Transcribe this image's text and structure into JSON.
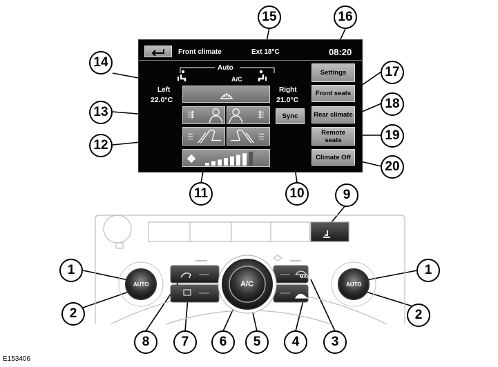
{
  "screen": {
    "header_title": "Front climate",
    "ext_temp": "Ext  18°C",
    "clock": "08:20",
    "auto_label": "Auto",
    "ac_label": "A/C",
    "left_label": "Left",
    "left_temp": "22.0°C",
    "right_label": "Right",
    "right_temp": "21.0°C",
    "sync_label": "Sync",
    "buttons": {
      "settings": "Settings",
      "front_seats": "Front seats",
      "rear_climate": "Rear climate",
      "remote_seats": "Remote seats",
      "climate_off": "Climate Off"
    },
    "fan_level": 7,
    "fan_steps": 8
  },
  "console": {
    "left_knob_label": "AUTO",
    "right_knob_label": "AUTO",
    "center_knob_label": "A/C",
    "max_label": "MAX"
  },
  "callouts": [
    "1",
    "2",
    "3",
    "4",
    "5",
    "6",
    "7",
    "8",
    "9",
    "10",
    "11",
    "12",
    "13",
    "14",
    "15",
    "16",
    "17",
    "18",
    "19",
    "20"
  ],
  "reference": "E153406",
  "icons": [
    "back-arrow-icon",
    "seat-icon",
    "front-defrost-icon",
    "airflow-icon",
    "fan-icon",
    "recirculation-icon",
    "rear-defrost-icon",
    "max-defrost-icon",
    "heated-seat-icon"
  ]
}
